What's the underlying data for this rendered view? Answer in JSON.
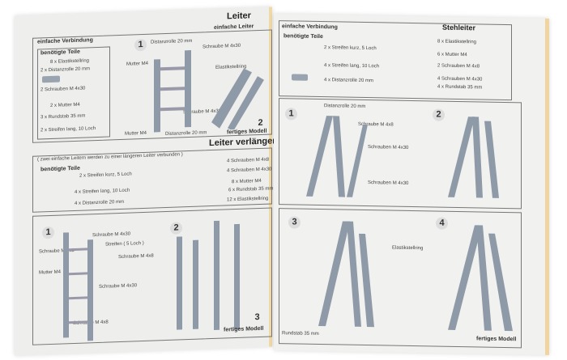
{
  "left_page": {
    "title": "Leiter",
    "subtitle": "einfache Leiter",
    "section": "einfache Verbindung",
    "parts_heading": "benötigte Teile",
    "parts": [
      "8 x Elastikstellring",
      "2 x Distanzrolle 20 mm",
      "2 Schrauben M 4x30",
      "2 x Mutter M4",
      "3 x Rundstab 35 mm",
      "2 x Streifen lang, 10 Loch"
    ],
    "step1": {
      "num": "1",
      "labels": [
        "Distanzrolle 20 mm",
        "Schraube M 4x30",
        "Mutter M4",
        "Elastikstellring",
        "Schraube M 4x30",
        "Mutter M4",
        "Distanzrolle 20 mm"
      ]
    },
    "step2": {
      "num": "2",
      "label": "fertiges Modell"
    },
    "ext_title": "Leiter verlängen",
    "ext_note": "( zwei einfache Leitern werden zu einer längeren Leiter verbunden )",
    "ext_parts_heading": "benötigte Teile",
    "ext_parts_left": [
      "2 x Streifen kurz, 5 Loch",
      "4 x Streifen lang, 10 Loch",
      "4 x Distanzrolle 20 mm"
    ],
    "ext_parts_right": [
      "4 Schrauben M 4x8",
      "4 Schrauben M 4x30",
      "8 x Mutter M4",
      "6 x Rundstab 35 mm",
      "12 x Elastikstellring"
    ],
    "ext_step1": {
      "num": "1",
      "labels": [
        "Schraube M 4x30",
        "Streifen ( 5 Loch )",
        "Schraube M 4x8",
        "Mutter M4",
        "Schraube M 4x8",
        "Schraube M 4x30",
        "Schraube M 4x8"
      ]
    },
    "ext_step2": {
      "num": "2"
    },
    "ext_step3": {
      "num": "3",
      "label": "fertiges Modell"
    }
  },
  "right_page": {
    "section": "einfache Verbindung",
    "title": "Stehleiter",
    "parts_heading": "benötigte Teile",
    "parts_left": [
      "2 x Streifen kurz, 5 Loch",
      "4 x Streifen lang, 10 Loch",
      "4 x Distanzrolle 20 mm"
    ],
    "parts_right": [
      "8 x Elastikstellring",
      "6 x Mutter M4",
      "2 Schrauben M 4x8",
      "4 Schrauben M 4x30",
      "4 x Rundstab 35 mm"
    ],
    "step1": {
      "num": "1",
      "labels": [
        "Distanzrolle 20 mm",
        "Schraube M 4x8",
        "Schrauben M 4x30",
        "Schrauben M 4x30"
      ]
    },
    "step2": {
      "num": "2"
    },
    "step3": {
      "num": "3",
      "labels": [
        "Elastikstellring",
        "Rundstab 35 mm"
      ]
    },
    "step4": {
      "num": "4",
      "label": "fertiges Modell"
    }
  }
}
